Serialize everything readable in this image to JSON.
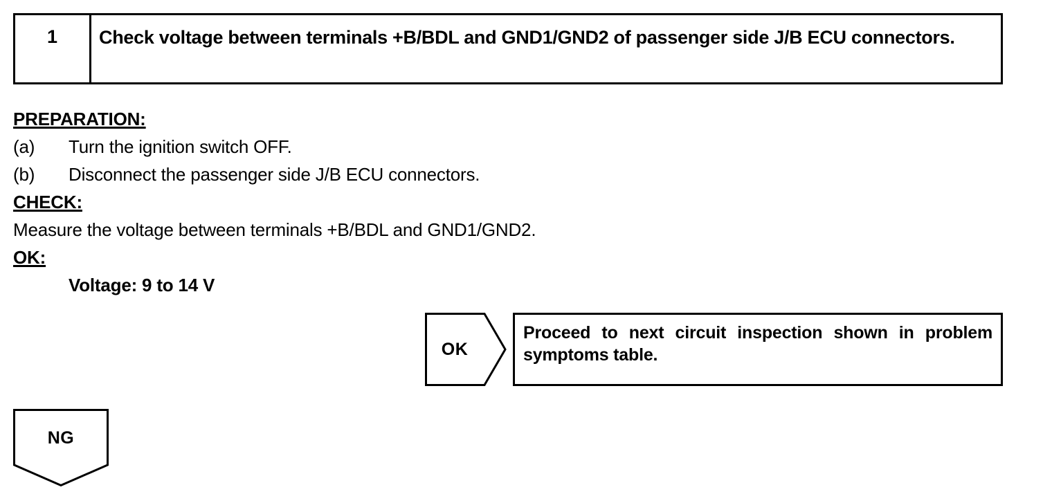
{
  "step": {
    "number": "1",
    "title": "Check voltage between terminals +B/BDL and GND1/GND2 of passenger side J/B ECU connectors."
  },
  "preparation": {
    "heading": "PREPARATION:",
    "items": [
      {
        "label": "(a)",
        "text": "Turn the ignition switch OFF."
      },
      {
        "label": "(b)",
        "text": "Disconnect the passenger side J/B ECU connectors."
      }
    ]
  },
  "check": {
    "heading": "CHECK:",
    "text": "Measure the voltage between terminals +B/BDL and GND1/GND2."
  },
  "ok": {
    "heading": "OK:",
    "spec": "Voltage: 9 to 14 V"
  },
  "branches": {
    "ok": {
      "label": "OK",
      "result": "Proceed to next circuit inspection shown in problem symptoms table."
    },
    "ng": {
      "label": "NG"
    }
  },
  "colors": {
    "ink": "#000000",
    "paper": "#ffffff"
  }
}
